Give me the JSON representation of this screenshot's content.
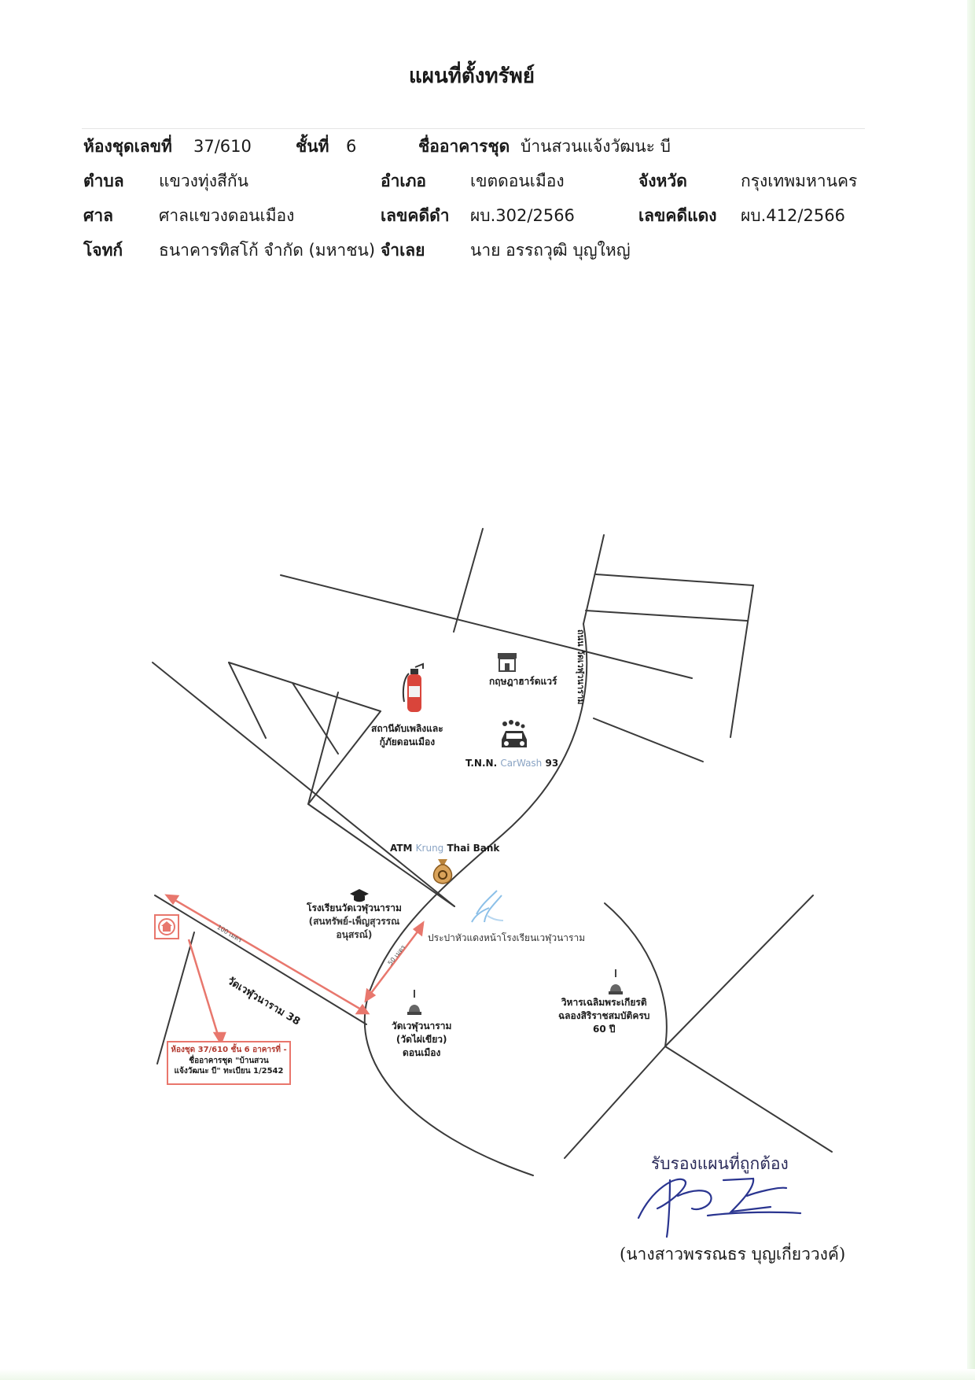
{
  "title": "แผนที่ตั้งทรัพย์",
  "info": {
    "unit_no_label": "ห้องชุดเลขที่",
    "unit_no": "37/610",
    "floor_label": "ชั้นที่",
    "floor": "6",
    "building_label": "ชื่ออาคารชุด",
    "building": "บ้านสวนแจ้งวัฒนะ บี",
    "subdistrict_label": "ตำบล",
    "subdistrict": "แขวงทุ่งสีกัน",
    "district_label": "อำเภอ",
    "district": "เขตดอนเมือง",
    "province_label": "จังหวัด",
    "province": "กรุงเทพมหานคร",
    "court_label": "ศาล",
    "court": "ศาลแขวงดอนเมือง",
    "black_case_label": "เลขคดีดำ",
    "black_case": "ผบ.302/2566",
    "red_case_label": "เลขคดีแดง",
    "red_case": "ผบ.412/2566",
    "plaintiff_label": "โจทก์",
    "plaintiff": "ธนาคารทิสโก้ จำกัด (มหาชน)",
    "defendant_label": "จำเลย",
    "defendant": "นาย อรรถวุฒิ บุญใหญ่"
  },
  "map": {
    "places": {
      "hardware": "กฤษฎาฮาร์ดแวร์",
      "fire_station_1": "สถานีดับเพลิงและ",
      "fire_station_2": "กู้ภัยดอนเมือง",
      "carwash_a": "T.N.N. ",
      "carwash_b": "CarWash",
      "carwash_c": " 93",
      "atm_a": "ATM ",
      "atm_b": "Krung",
      "atm_c": " Thai Bank",
      "school_1": "โรงเรียนวัดเวฬุวนาราม",
      "school_2": "(สนทรัพย์-เพ็ญสุวรรณ",
      "school_3": "อนุสรณ์)",
      "water_gate": "ประปาหัวแดงหน้าโรงเรียนเวฬุวนาราม",
      "temple_1": "วัดเวฬุวนาราม",
      "temple_2": "(วัดไผ่เขียว)",
      "temple_3": "ดอนเมือง",
      "vihara_1": "วิหารเฉลิมพระเกียรติ",
      "vihara_2": "ฉลองสิริราชสมบัติครบ",
      "vihara_3": "60 ปี"
    },
    "roads": {
      "main_soi": "วัดเวฬุวนาราม 38",
      "side_road": "ถนน วัดเวฬุวนาราม",
      "dist_1": "100 เมตร",
      "dist_2": "50 เมตร"
    },
    "callout": {
      "line1": "ห้องชุด 37/610 ชั้น 6 อาคารที่ -",
      "line2": "ชื่ออาคารชุด ",
      "line2b": "\"บ้านสวน",
      "line3": "แจ้งวัฒนะ บี\"",
      "line3b": " ทะเบียน 1/2542"
    },
    "icons": [
      "shop-icon",
      "fire-extinguisher-icon",
      "car-wash-icon",
      "money-bag-icon",
      "graduation-cap-icon",
      "water-splash-icon",
      "stupa-icon",
      "house-icon"
    ]
  },
  "certification": {
    "text": "รับรองแผนที่ถูกต้อง",
    "signer": "(นางสาวพรรณธร บุญเกี่ยววงค์)"
  }
}
